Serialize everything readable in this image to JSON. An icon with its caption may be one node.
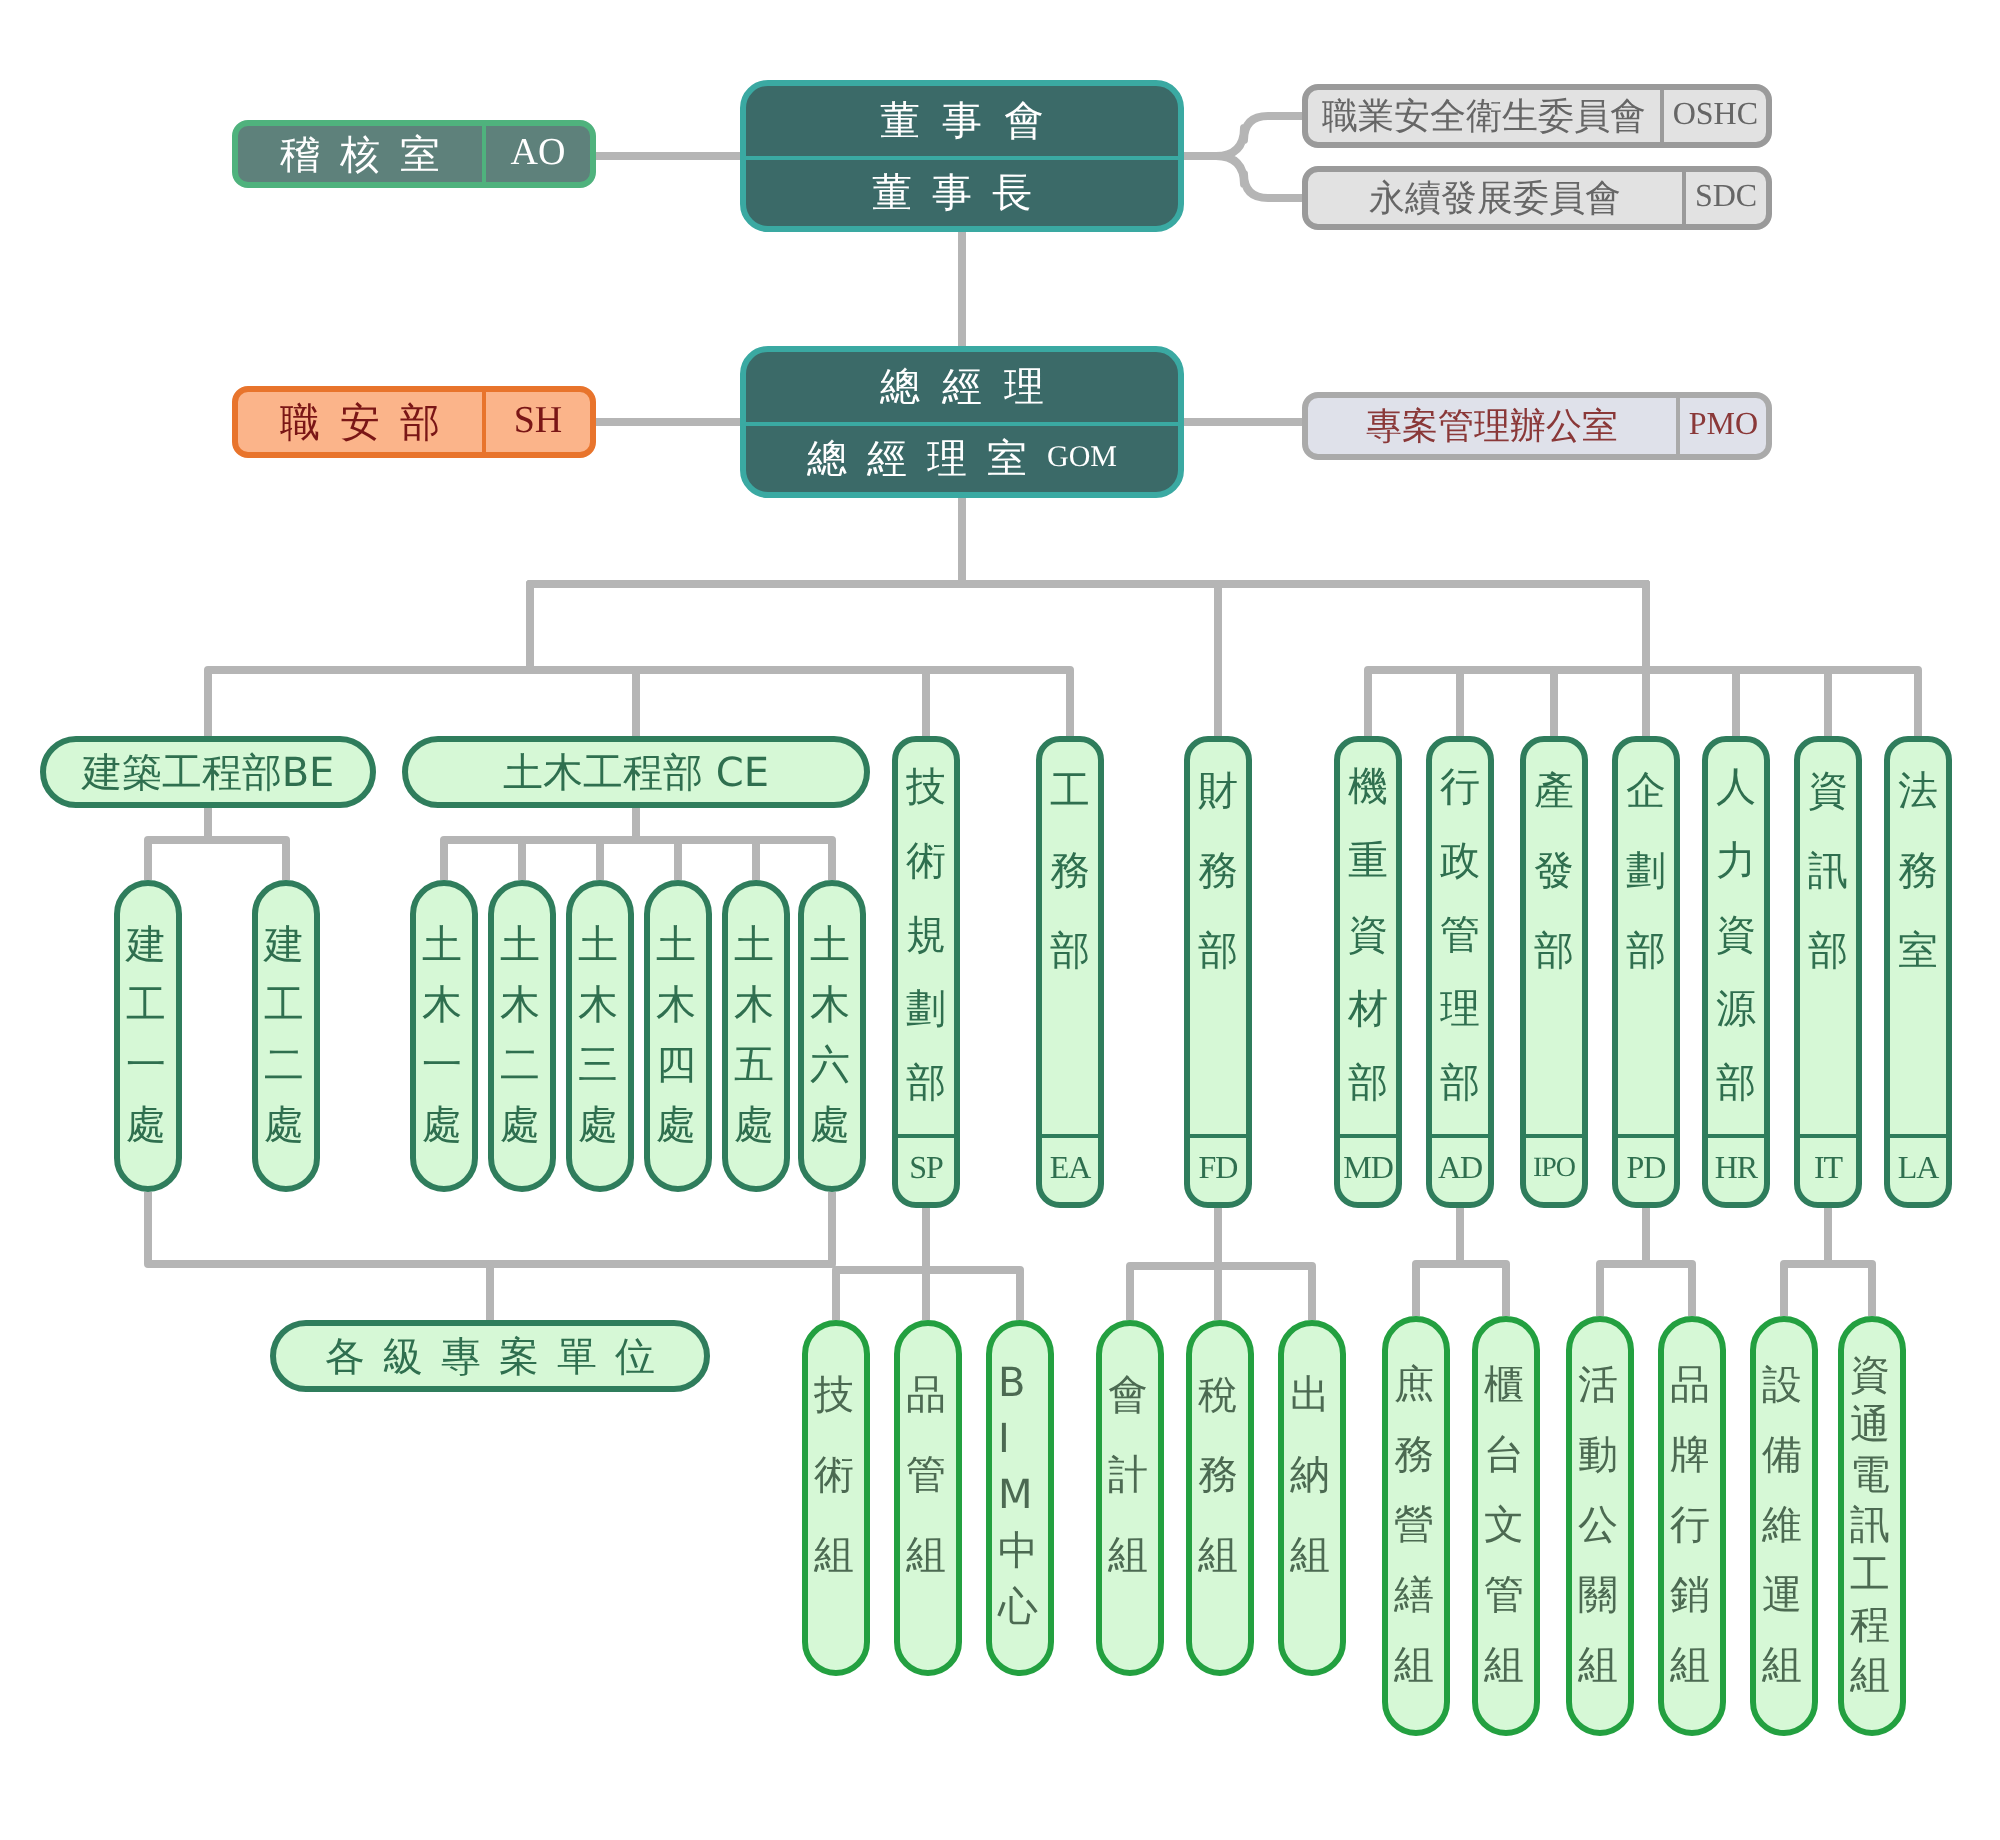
{
  "diagram": {
    "nodes": [
      {
        "text": [
          "董事會",
          "董事長"
        ]
      },
      {
        "text": [
          "稽核室",
          "AO"
        ]
      },
      {
        "text": [
          "職業安全衛生委員會",
          "OSHC"
        ]
      },
      {
        "text": [
          "永續發展委員會",
          "SDC"
        ]
      },
      {
        "text": [
          "總經理",
          "總經理室",
          "GOM"
        ]
      },
      {
        "text": [
          "職安部",
          "SH"
        ]
      },
      {
        "text": [
          "專案管理辦公室",
          "PMO"
        ]
      },
      {
        "text": [
          "建築工程部BE"
        ]
      },
      {
        "text": [
          "土木工程部 CE"
        ]
      },
      {
        "text": [
          "技術規劃部",
          "SP"
        ]
      },
      {
        "text": [
          "工務部",
          "EA"
        ]
      },
      {
        "text": [
          "財務部",
          "FD"
        ]
      },
      {
        "text": [
          "機重資材部",
          "MD"
        ]
      },
      {
        "text": [
          "行政管理部",
          "AD"
        ]
      },
      {
        "text": [
          "產發部",
          "IPO"
        ]
      },
      {
        "text": [
          "企劃部",
          "PD"
        ]
      },
      {
        "text": [
          "人力資源部",
          "HR"
        ]
      },
      {
        "text": [
          "資訊部",
          "IT"
        ]
      },
      {
        "text": [
          "法務室",
          "LA"
        ]
      },
      {
        "text": [
          "建工一處"
        ]
      },
      {
        "text": [
          "建工二處"
        ]
      },
      {
        "text": [
          "土木一處"
        ]
      },
      {
        "text": [
          "土木二處"
        ]
      },
      {
        "text": [
          "土木三處"
        ]
      },
      {
        "text": [
          "土木四處"
        ]
      },
      {
        "text": [
          "土木五處"
        ]
      },
      {
        "text": [
          "土木六處"
        ]
      },
      {
        "text": [
          "各級專案單位"
        ]
      },
      {
        "text": [
          "技術組"
        ]
      },
      {
        "text": [
          "品管組"
        ]
      },
      {
        "text": [
          "BIM中心"
        ]
      },
      {
        "text": [
          "會計組"
        ]
      },
      {
        "text": [
          "稅務組"
        ]
      },
      {
        "text": [
          "出納組"
        ]
      },
      {
        "text": [
          "庶務營繕組"
        ]
      },
      {
        "text": [
          "櫃台文管組"
        ]
      },
      {
        "text": [
          "活動公關組"
        ]
      },
      {
        "text": [
          "品牌行銷組"
        ]
      },
      {
        "text": [
          "設備維運組"
        ]
      },
      {
        "text": [
          "資通電訊工程組"
        ]
      }
    ],
    "edges": [
      {
        "from": 0,
        "to": 1,
        "arrow": "none"
      },
      {
        "from": 0,
        "to": 2,
        "arrow": "none"
      },
      {
        "from": 0,
        "to": 3,
        "arrow": "none"
      },
      {
        "from": 0,
        "to": 4,
        "arrow": "none"
      },
      {
        "from": 4,
        "to": 5,
        "arrow": "none"
      },
      {
        "from": 4,
        "to": 6,
        "arrow": "none"
      },
      {
        "from": 4,
        "to": 7,
        "arrow": "none"
      },
      {
        "from": 4,
        "to": 8,
        "arrow": "none"
      },
      {
        "from": 4,
        "to": 9,
        "arrow": "none"
      },
      {
        "from": 4,
        "to": 10,
        "arrow": "none"
      },
      {
        "from": 4,
        "to": 11,
        "arrow": "none"
      },
      {
        "from": 4,
        "to": 12,
        "arrow": "none"
      },
      {
        "from": 4,
        "to": 13,
        "arrow": "none"
      },
      {
        "from": 4,
        "to": 14,
        "arrow": "none"
      },
      {
        "from": 4,
        "to": 15,
        "arrow": "none"
      },
      {
        "from": 4,
        "to": 16,
        "arrow": "none"
      },
      {
        "from": 4,
        "to": 17,
        "arrow": "none"
      },
      {
        "from": 4,
        "to": 18,
        "arrow": "none"
      },
      {
        "from": 7,
        "to": 19,
        "arrow": "none"
      },
      {
        "from": 7,
        "to": 20,
        "arrow": "none"
      },
      {
        "from": 8,
        "to": 21,
        "arrow": "none"
      },
      {
        "from": 8,
        "to": 22,
        "arrow": "none"
      },
      {
        "from": 8,
        "to": 23,
        "arrow": "none"
      },
      {
        "from": 8,
        "to": 24,
        "arrow": "none"
      },
      {
        "from": 8,
        "to": 25,
        "arrow": "none"
      },
      {
        "from": 8,
        "to": 26,
        "arrow": "none"
      },
      {
        "from": 19,
        "to": 27,
        "arrow": "none"
      },
      {
        "from": 26,
        "to": 27,
        "arrow": "none"
      },
      {
        "from": 9,
        "to": 28,
        "arrow": "none"
      },
      {
        "from": 9,
        "to": 29,
        "arrow": "none"
      },
      {
        "from": 9,
        "to": 30,
        "arrow": "none"
      },
      {
        "from": 11,
        "to": 31,
        "arrow": "none"
      },
      {
        "from": 11,
        "to": 32,
        "arrow": "none"
      },
      {
        "from": 11,
        "to": 33,
        "arrow": "none"
      },
      {
        "from": 13,
        "to": 34,
        "arrow": "none"
      },
      {
        "from": 13,
        "to": 35,
        "arrow": "none"
      },
      {
        "from": 15,
        "to": 36,
        "arrow": "none"
      },
      {
        "from": 15,
        "to": 37,
        "arrow": "none"
      },
      {
        "from": 17,
        "to": 38,
        "arrow": "none"
      },
      {
        "from": 17,
        "to": 39,
        "arrow": "none"
      }
    ]
  }
}
